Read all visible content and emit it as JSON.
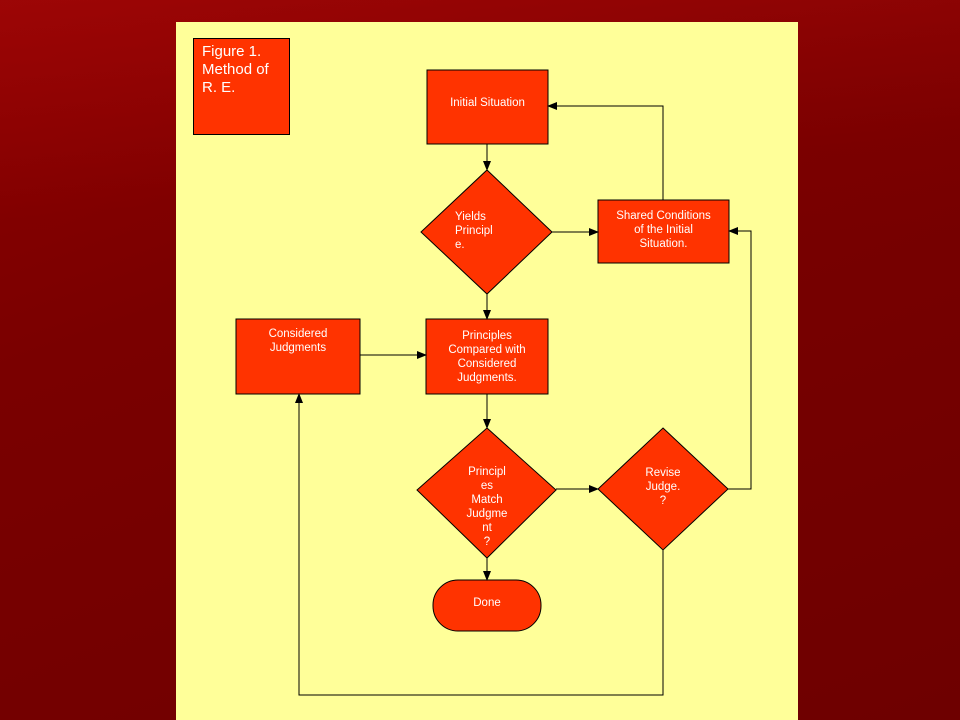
{
  "figure_label": "Figure 1.\nMethod of\nR. E.",
  "nodes": {
    "initial_situation": "Initial Situation",
    "yields_principle": "Yields\nPrincipl\ne.",
    "shared_conditions": "Shared Conditions\nof the Initial\nSituation.",
    "considered_judgments": "Considered\nJudgments",
    "principles_compared": "Principles\nCompared with\nConsidered\nJudgments.",
    "principles_match": "Principl\nes\nMatch\nJudgme\nnt\n?",
    "revise_judge": "Revise\nJudge.\n?",
    "done": "Done"
  },
  "colors": {
    "node_fill": "#ff3300",
    "panel": "#ffff99",
    "background": "#7a0000"
  }
}
